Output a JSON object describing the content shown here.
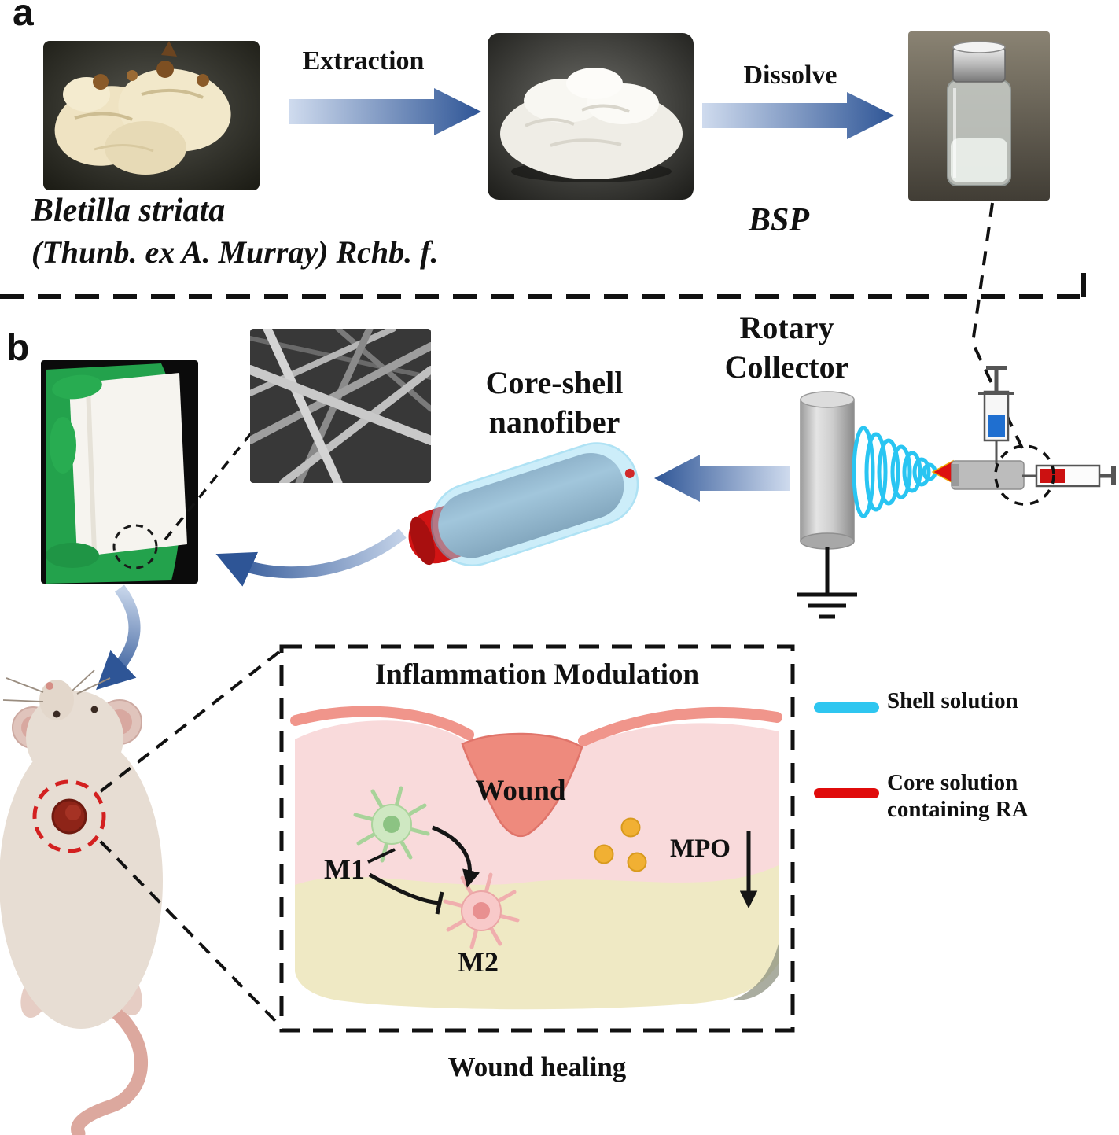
{
  "figure": {
    "panel_a": {
      "label": "a",
      "extraction_arrow_label": "Extraction",
      "dissolve_arrow_label": "Dissolve",
      "plant_name_line1": "Bletilla striata",
      "plant_name_line2": "(Thunb. ex A. Murray) Rchb. f.",
      "powder_label": "BSP"
    },
    "panel_b": {
      "label": "b",
      "nanofiber_line1": "Core-shell",
      "nanofiber_line2": "nanofiber",
      "collector_line1": "Rotary",
      "collector_line2": "Collector"
    },
    "inflammation_panel": {
      "title": "Inflammation Modulation",
      "wound_label": "Wound",
      "m1_label": "M1",
      "m2_label": "M2",
      "mpo_label": "MPO"
    },
    "legend": {
      "shell_label": "Shell solution",
      "shell_color": "#2ec6f0",
      "core_label_line1": "Core solution",
      "core_label_line2": "containing RA",
      "core_color": "#e00b0b"
    },
    "caption": "Wound healing"
  }
}
